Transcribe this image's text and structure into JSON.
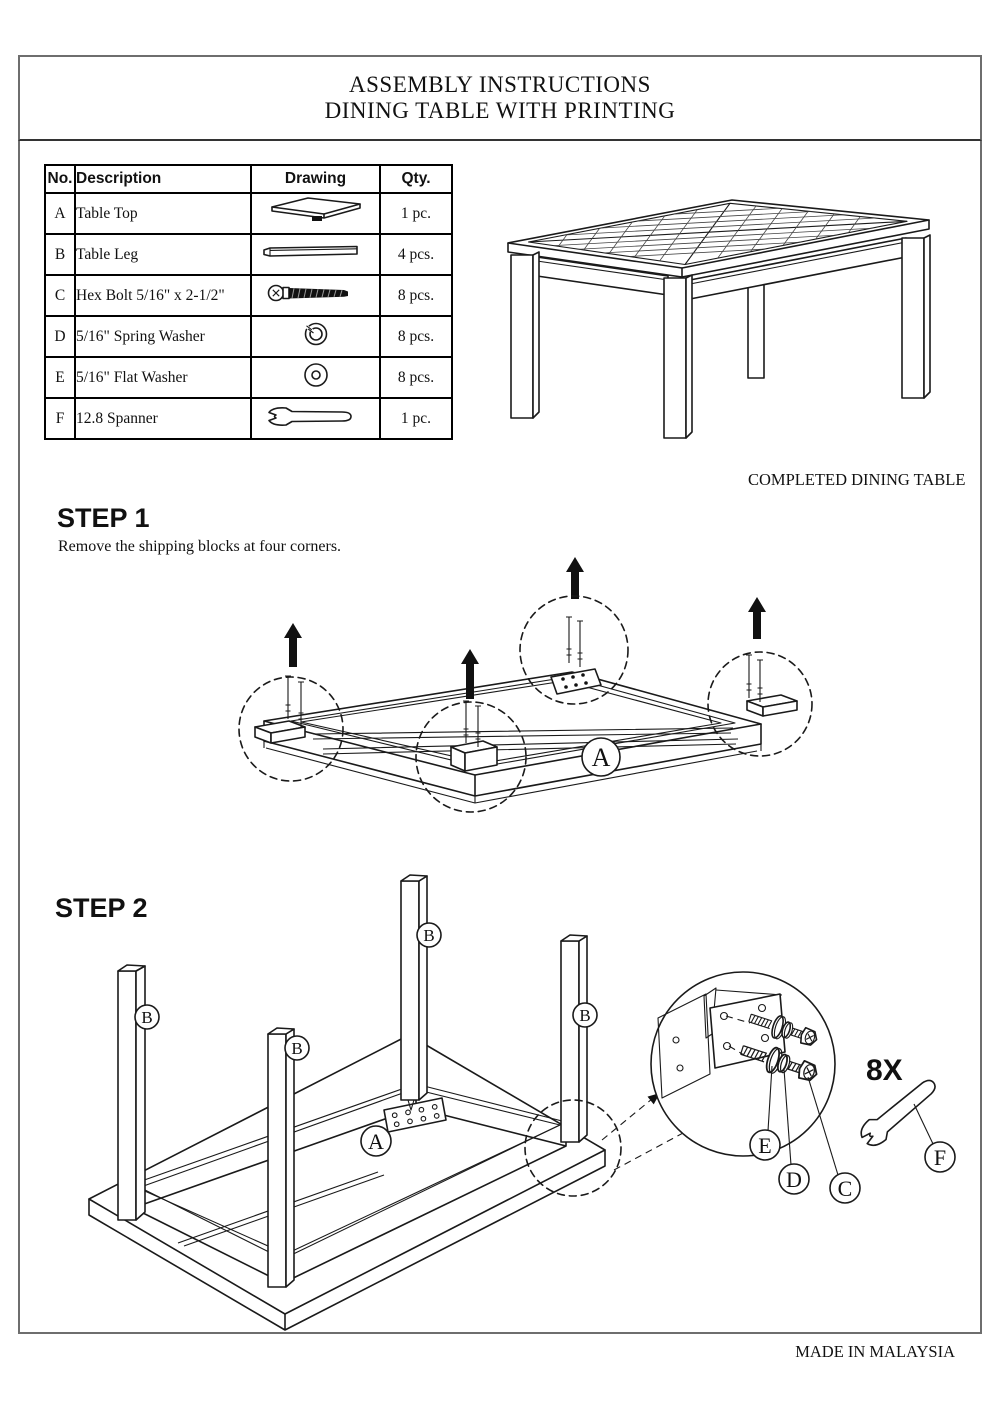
{
  "document": {
    "title_line1": "ASSEMBLY INSTRUCTIONS",
    "title_line2": "DINING TABLE WITH PRINTING",
    "footer": "MADE IN MALAYSIA"
  },
  "parts_table": {
    "headers": {
      "no": "No.",
      "description": "Description",
      "drawing": "Drawing",
      "qty": "Qty."
    },
    "rows": [
      {
        "no": "A",
        "description": "Table Top",
        "qty": "1 pc.",
        "icon": "table-top-drawing"
      },
      {
        "no": "B",
        "description": "Table Leg",
        "qty": "4 pcs.",
        "icon": "table-leg-drawing"
      },
      {
        "no": "C",
        "description": "Hex Bolt 5/16\" x 2-1/2\"",
        "qty": "8 pcs.",
        "icon": "hex-bolt-drawing"
      },
      {
        "no": "D",
        "description": "5/16\" Spring Washer",
        "qty": "8 pcs.",
        "icon": "spring-washer-drawing"
      },
      {
        "no": "E",
        "description": "5/16\" Flat Washer",
        "qty": "8 pcs.",
        "icon": "flat-washer-drawing"
      },
      {
        "no": "F",
        "description": "12.8 Spanner",
        "qty": "1 pc.",
        "icon": "spanner-drawing"
      }
    ]
  },
  "completed_view": {
    "caption": "COMPLETED DINING TABLE"
  },
  "step1": {
    "heading": "STEP 1",
    "instruction": "Remove the shipping blocks at four corners.",
    "part_label": "A"
  },
  "step2": {
    "heading": "STEP 2",
    "tabletop_label": "A",
    "leg_label": "B",
    "hardware_count": "8X",
    "callout_c": "C",
    "callout_d": "D",
    "callout_e": "E",
    "callout_f": "F"
  }
}
